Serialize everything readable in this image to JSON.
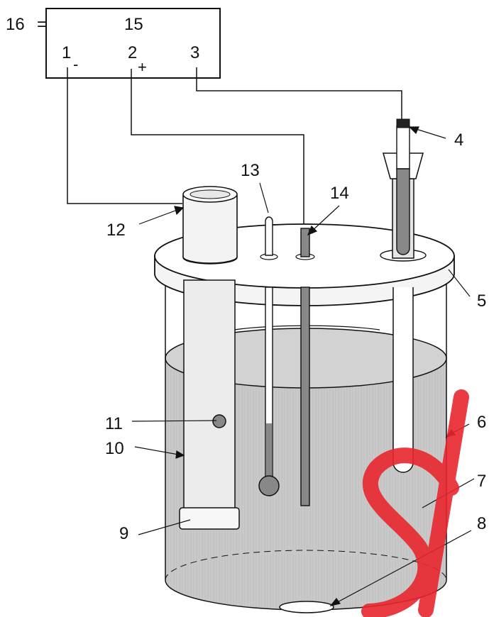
{
  "diagram": {
    "labels": {
      "l1": "1",
      "l2": "2",
      "l3": "3",
      "l4": "4",
      "l5": "5",
      "l6": "6",
      "l7": "7",
      "l8": "8",
      "l9": "9",
      "l10": "10",
      "l11": "11",
      "l12": "12",
      "l13": "13",
      "l14": "14",
      "l15": "15",
      "l16": "16"
    },
    "terminal_signs": {
      "minus": "-",
      "plus": "+"
    },
    "ground_symbol": "="
  },
  "colors": {
    "liquid": "#c9c9c9",
    "outline": "#111111",
    "fill_light": "#f2f2f2",
    "rod_fill": "#888888",
    "watermark": "#e8262d"
  }
}
